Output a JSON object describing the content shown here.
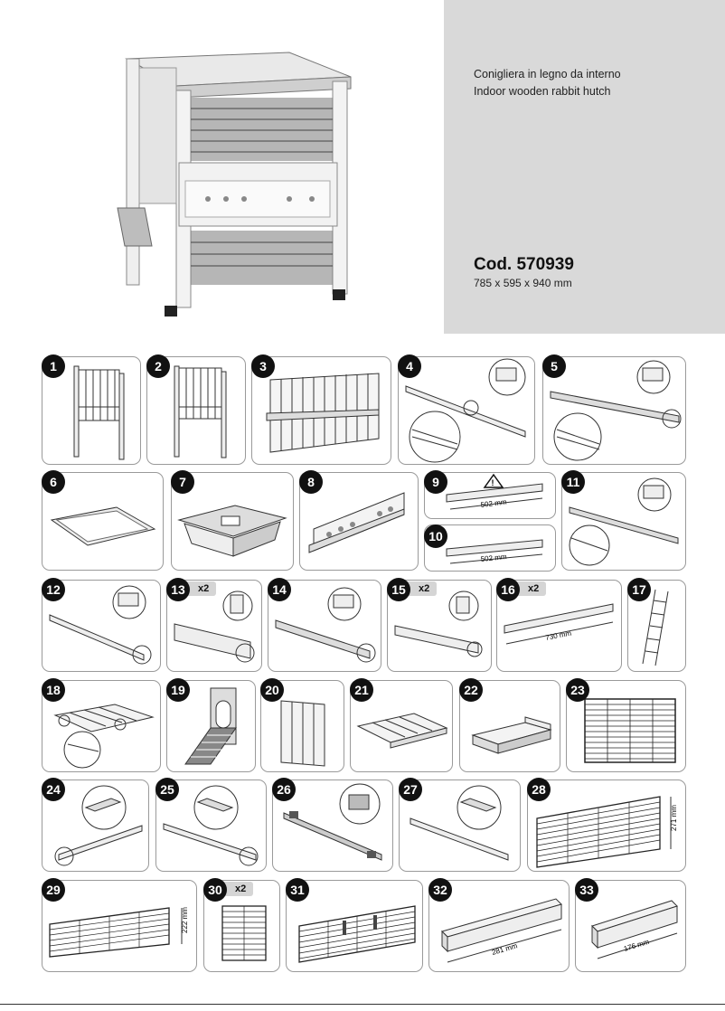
{
  "product": {
    "name_it": "Conigliera in legno da interno",
    "name_en": "Indoor wooden rabbit hutch",
    "code": "Cod. 570939",
    "dimensions": "785 x 595 x 940 mm"
  },
  "parts": [
    {
      "num": "1"
    },
    {
      "num": "2"
    },
    {
      "num": "3"
    },
    {
      "num": "4"
    },
    {
      "num": "5"
    },
    {
      "num": "6"
    },
    {
      "num": "7"
    },
    {
      "num": "8"
    },
    {
      "num": "9",
      "measure": "502 mm",
      "warning": "!"
    },
    {
      "num": "10",
      "measure": "502 mm"
    },
    {
      "num": "11"
    },
    {
      "num": "12"
    },
    {
      "num": "13",
      "qty": "x2"
    },
    {
      "num": "14"
    },
    {
      "num": "15",
      "qty": "x2"
    },
    {
      "num": "16",
      "qty": "x2",
      "measure": "730 mm"
    },
    {
      "num": "17"
    },
    {
      "num": "18"
    },
    {
      "num": "19"
    },
    {
      "num": "20"
    },
    {
      "num": "21"
    },
    {
      "num": "22"
    },
    {
      "num": "23"
    },
    {
      "num": "24"
    },
    {
      "num": "25"
    },
    {
      "num": "26"
    },
    {
      "num": "27"
    },
    {
      "num": "28",
      "measure": "271 mm"
    },
    {
      "num": "29",
      "measure": "222 mm"
    },
    {
      "num": "30",
      "qty": "x2"
    },
    {
      "num": "31"
    },
    {
      "num": "32",
      "measure": "281 mm"
    },
    {
      "num": "33",
      "measure": "176 mm"
    }
  ]
}
